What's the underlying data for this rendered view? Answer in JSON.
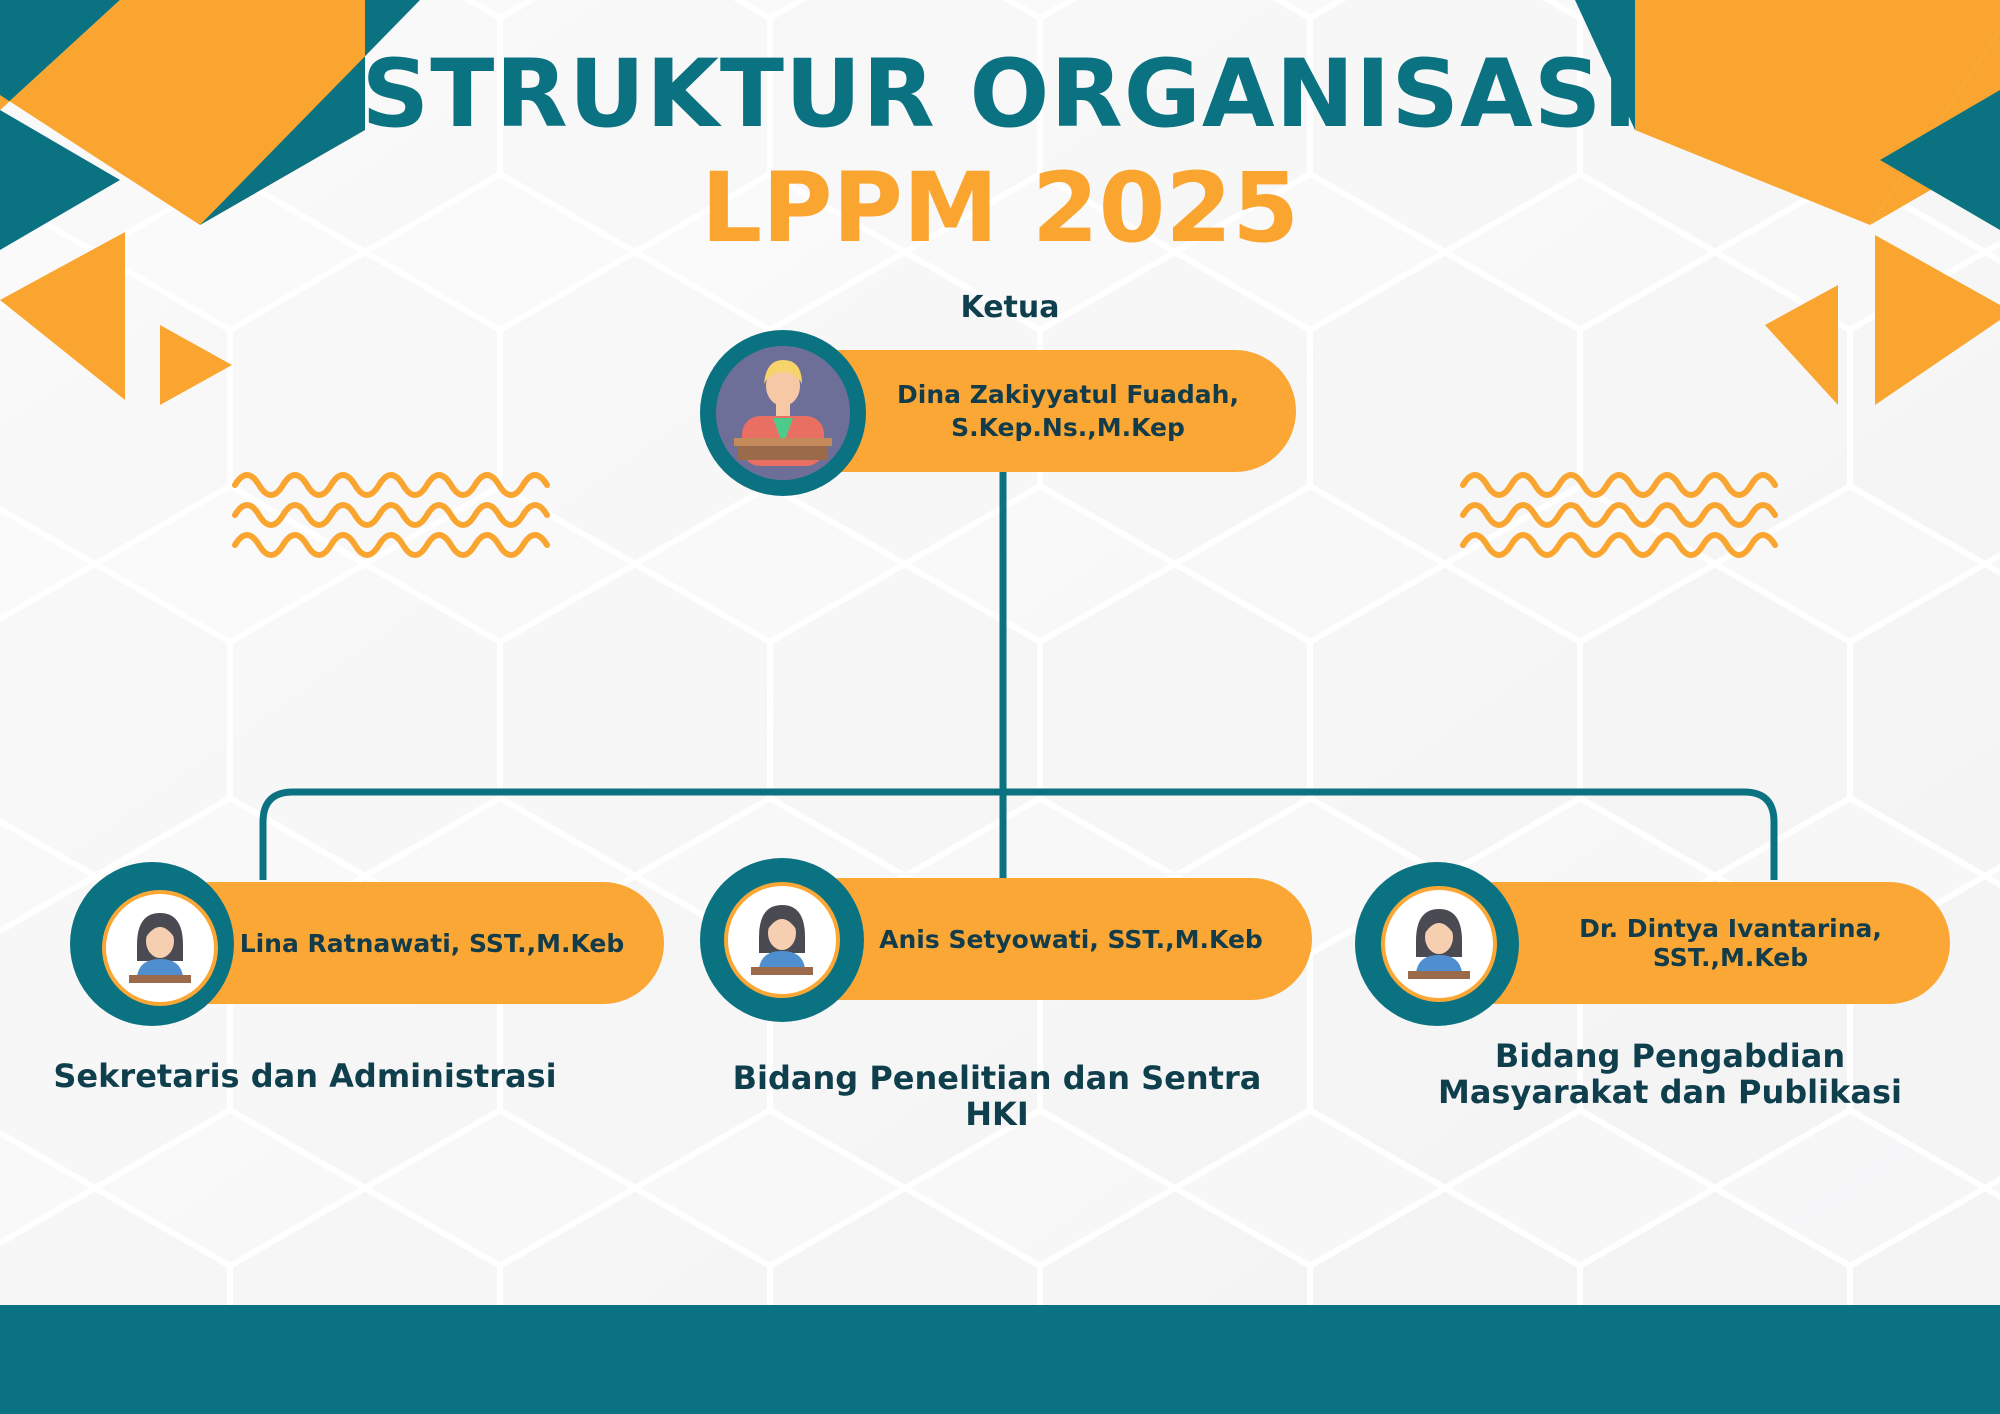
{
  "title": {
    "line1": "STRUKTUR ORGANISASI",
    "line2": "LPPM 2025"
  },
  "colors": {
    "teal": "#0b7282",
    "orange": "#f9a530",
    "dark_text": "#0f3f4c",
    "background": "#f6f6f7"
  },
  "ketua": {
    "role": "Ketua",
    "name_line1": "Dina Zakiyyatul Fuadah,",
    "name_line2": "S.Kep.Ns.,M.Kep",
    "icon": "leader-at-desk-icon"
  },
  "members": [
    {
      "name": "Lina Ratnawati, SST.,M.Keb",
      "role_line1": "Sekretaris dan Administrasi",
      "role_line2": "",
      "icon": "woman-avatar-icon"
    },
    {
      "name": "Anis Setyowati, SST.,M.Keb",
      "role_line1": "Bidang Penelitian dan Sentra",
      "role_line2": "HKI",
      "icon": "woman-avatar-icon"
    },
    {
      "name": "Dr. Dintya Ivantarina, SST.,M.Keb",
      "role_line1": "Bidang Pengabdian",
      "role_line2": "Masyarakat dan Publikasi",
      "icon": "woman-avatar-icon"
    }
  ]
}
